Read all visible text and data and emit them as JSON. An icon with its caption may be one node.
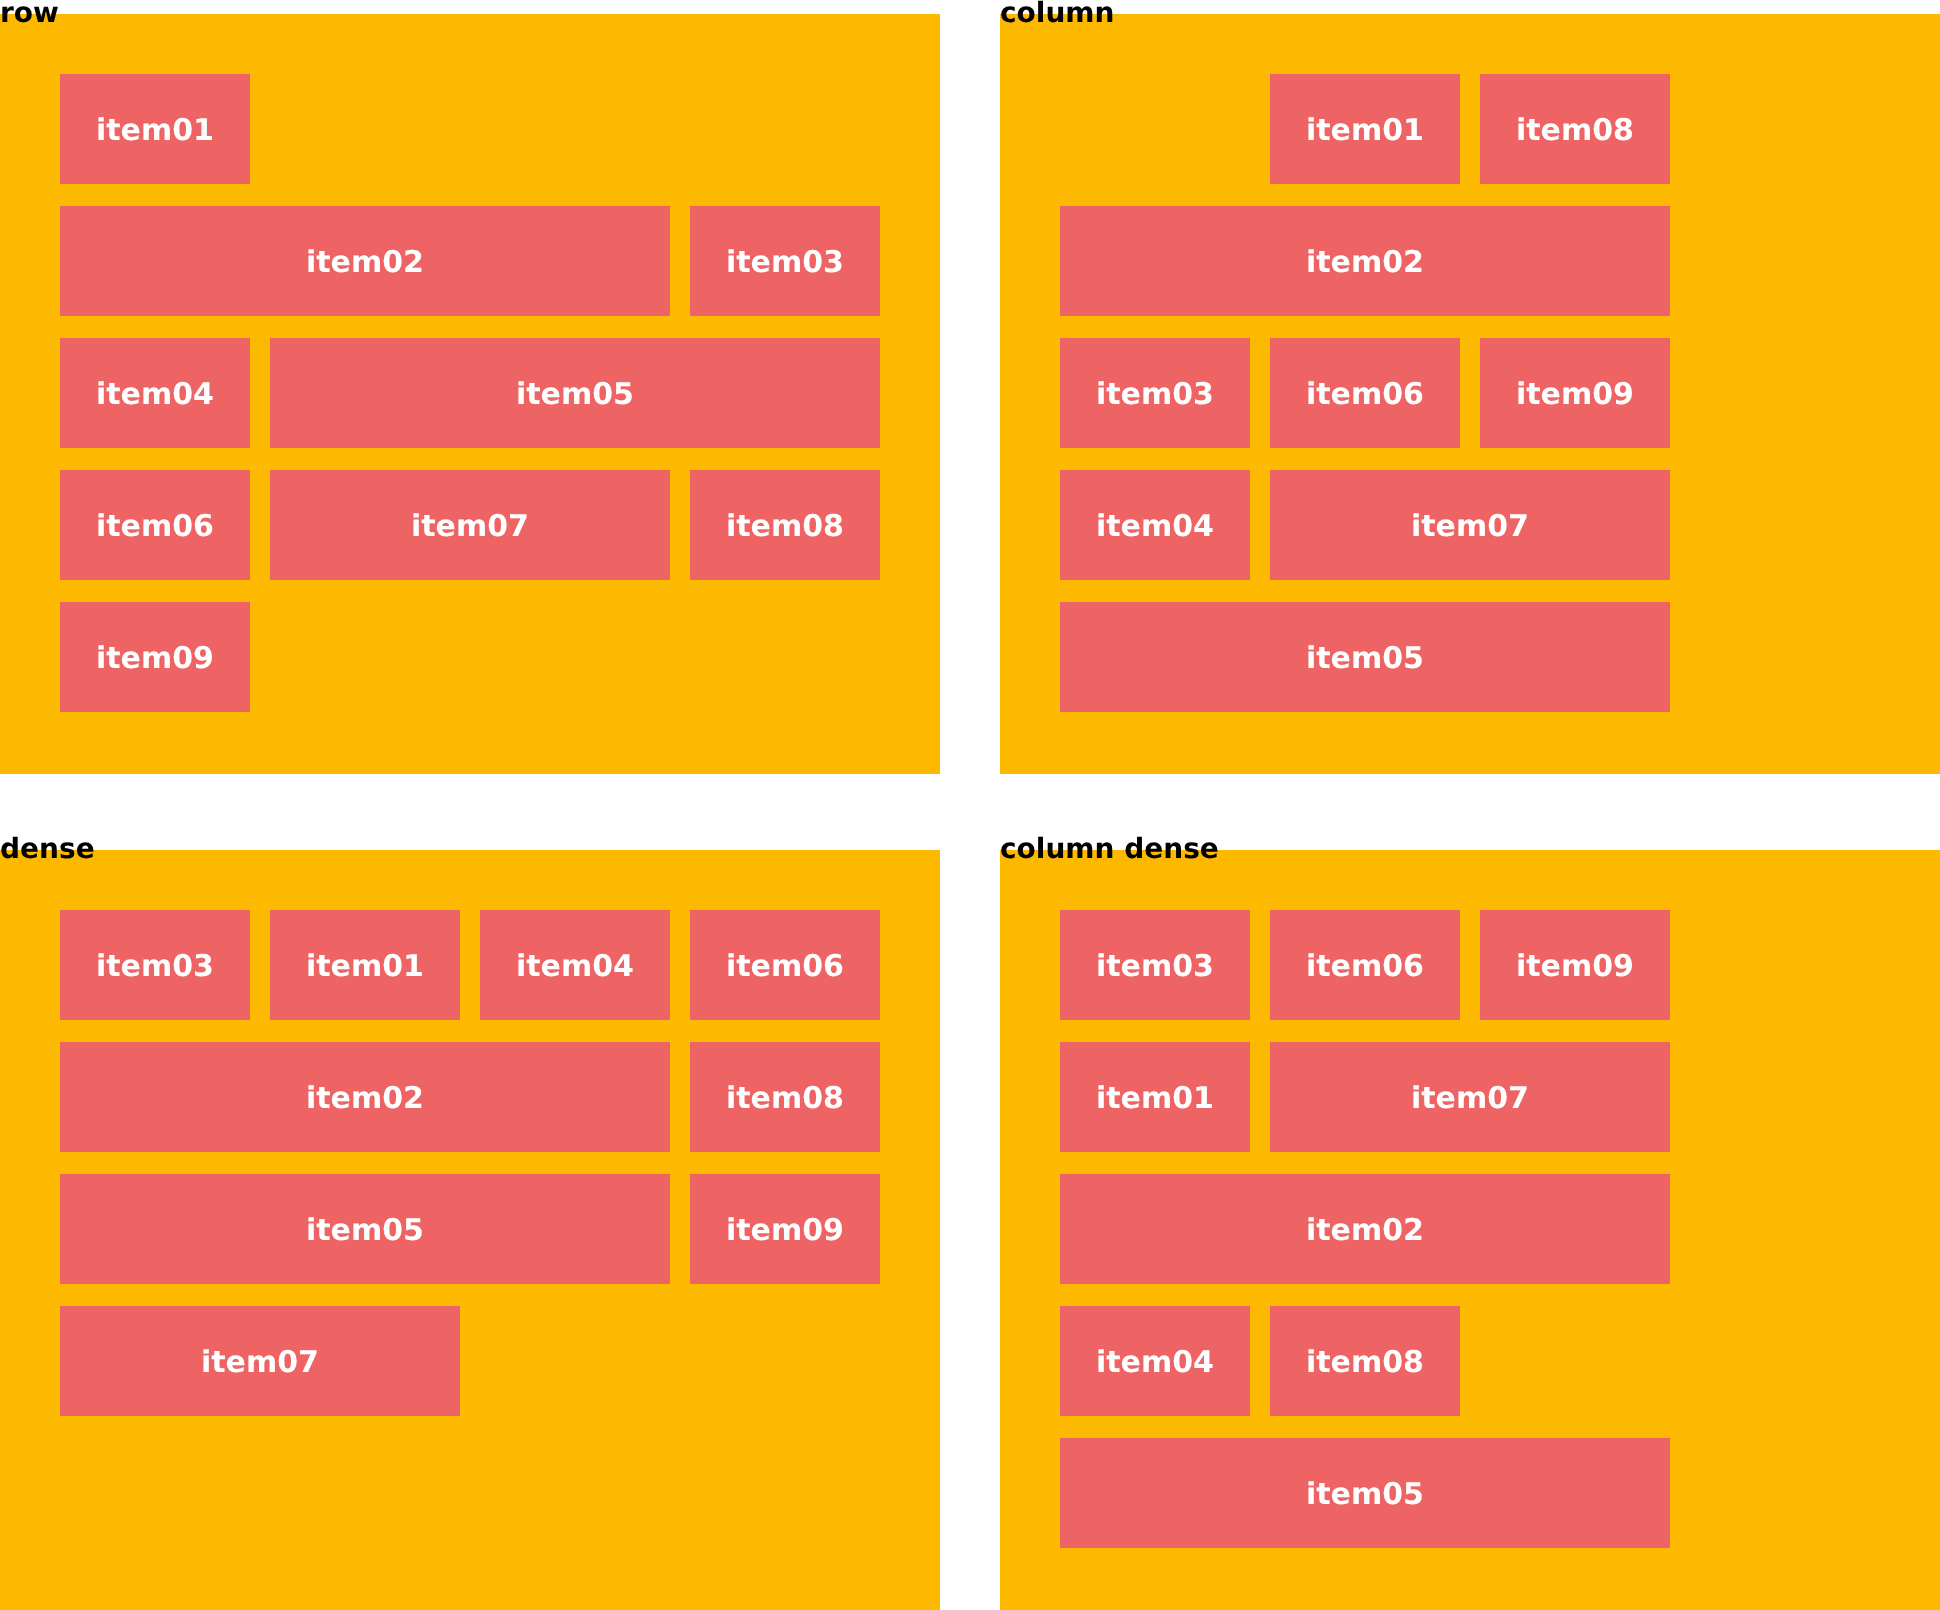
{
  "diagram": {
    "nodes": [
      {
        "text": [
          "row"
        ]
      },
      {
        "text": [
          "item01"
        ],
        "in": 0
      },
      {
        "text": [
          "item02"
        ],
        "in": 0
      },
      {
        "text": [
          "item03"
        ],
        "in": 0
      },
      {
        "text": [
          "item04"
        ],
        "in": 0
      },
      {
        "text": [
          "item05"
        ],
        "in": 0
      },
      {
        "text": [
          "item06"
        ],
        "in": 0
      },
      {
        "text": [
          "item07"
        ],
        "in": 0
      },
      {
        "text": [
          "item08"
        ],
        "in": 0
      },
      {
        "text": [
          "item09"
        ],
        "in": 0
      },
      {
        "text": [
          "column"
        ]
      },
      {
        "text": [
          "item01"
        ],
        "in": 10
      },
      {
        "text": [
          "item08"
        ],
        "in": 10
      },
      {
        "text": [
          "item02"
        ],
        "in": 10
      },
      {
        "text": [
          "item03"
        ],
        "in": 10
      },
      {
        "text": [
          "item06"
        ],
        "in": 10
      },
      {
        "text": [
          "item09"
        ],
        "in": 10
      },
      {
        "text": [
          "item04"
        ],
        "in": 10
      },
      {
        "text": [
          "item07"
        ],
        "in": 10
      },
      {
        "text": [
          "item05"
        ],
        "in": 10
      },
      {
        "text": [
          "dense"
        ]
      },
      {
        "text": [
          "item03"
        ],
        "in": 20
      },
      {
        "text": [
          "item01"
        ],
        "in": 20
      },
      {
        "text": [
          "item04"
        ],
        "in": 20
      },
      {
        "text": [
          "item06"
        ],
        "in": 20
      },
      {
        "text": [
          "item02"
        ],
        "in": 20
      },
      {
        "text": [
          "item08"
        ],
        "in": 20
      },
      {
        "text": [
          "item05"
        ],
        "in": 20
      },
      {
        "text": [
          "item09"
        ],
        "in": 20
      },
      {
        "text": [
          "item07"
        ],
        "in": 20
      },
      {
        "text": [
          "column dense"
        ]
      },
      {
        "text": [
          "item03"
        ],
        "in": 30
      },
      {
        "text": [
          "item06"
        ],
        "in": 30
      },
      {
        "text": [
          "item09"
        ],
        "in": 30
      },
      {
        "text": [
          "item01"
        ],
        "in": 30
      },
      {
        "text": [
          "item07"
        ],
        "in": 30
      },
      {
        "text": [
          "item02"
        ],
        "in": 30
      },
      {
        "text": [
          "item04"
        ],
        "in": 30
      },
      {
        "text": [
          "item08"
        ],
        "in": 30
      },
      {
        "text": [
          "item05"
        ],
        "in": 30
      }
    ]
  }
}
